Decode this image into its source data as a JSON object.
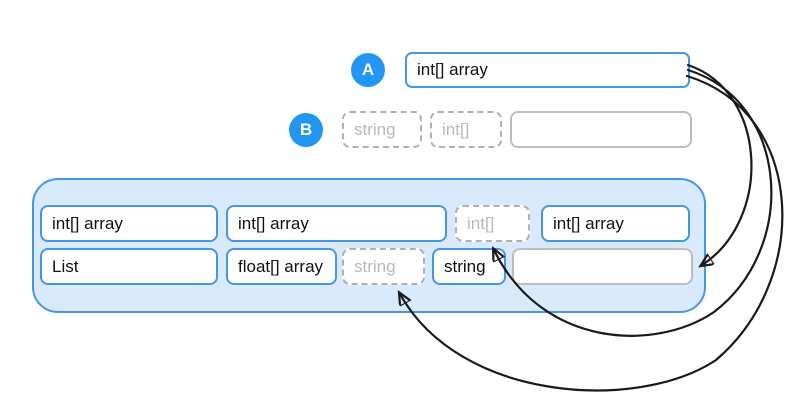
{
  "palette": {
    "accent_blue": "#2196f3",
    "box_border_blue": "#4795e5",
    "container_fill": "#d9eafc",
    "dashed_border_gray": "#b0b0b0",
    "dashed_text_gray": "#b9b9b9",
    "empty_border_gray": "#bdbdbd",
    "arrow_black": "#1a1a1a"
  },
  "row_a": {
    "badge": "A",
    "box": {
      "text": "int[] array"
    }
  },
  "row_b": {
    "badge": "B",
    "slots": [
      {
        "text": "string",
        "style": "dashed"
      },
      {
        "text": "int[]",
        "style": "dashed"
      },
      {
        "text": "",
        "style": "empty"
      }
    ]
  },
  "container": {
    "rows": [
      [
        {
          "text": "int[] array",
          "style": "solid"
        },
        {
          "text": "int[] array",
          "style": "solid"
        },
        {
          "text": "int[]",
          "style": "dashed"
        },
        {
          "text": "int[] array",
          "style": "solid"
        }
      ],
      [
        {
          "text": "List",
          "style": "solid"
        },
        {
          "text": "float[] array",
          "style": "solid"
        },
        {
          "text": "string",
          "style": "dashed"
        },
        {
          "text": "string",
          "style": "solid"
        },
        {
          "text": "",
          "style": "empty"
        }
      ]
    ]
  },
  "arrows": [
    {
      "from": "box-a",
      "to": "container-row2-empty-slot"
    },
    {
      "from": "box-a",
      "to": "container-row1-dashed-int-slot"
    },
    {
      "from": "box-a",
      "to": "container-row2-dashed-string-slot"
    }
  ]
}
